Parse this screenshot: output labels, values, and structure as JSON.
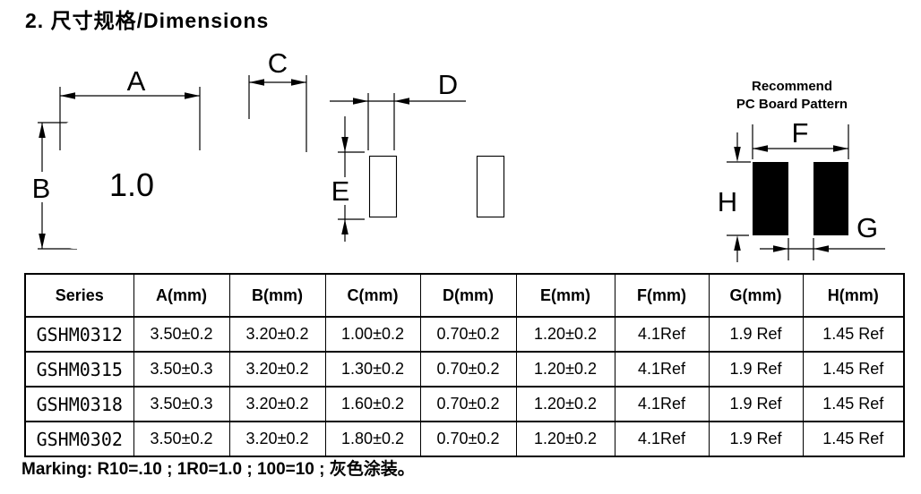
{
  "title": "2.  尺寸规格/Dimensions",
  "diagrams": {
    "top_view": {
      "dim_a": "A",
      "dim_b": "B",
      "part_marking": "1.0"
    },
    "side_view": {
      "dim_c": "C"
    },
    "bottom_view": {
      "dim_d": "D",
      "dim_e": "E"
    },
    "pcb_pattern": {
      "title_line1": "Recommend",
      "title_line2": "PC Board Pattern",
      "dim_f": "F",
      "dim_g": "G",
      "dim_h": "H",
      "pad_color": "#000000"
    }
  },
  "table": {
    "columns": [
      "Series",
      "A(mm)",
      "B(mm)",
      "C(mm)",
      "D(mm)",
      "E(mm)",
      "F(mm)",
      "G(mm)",
      "H(mm)"
    ],
    "rows": [
      [
        "GSHM0312",
        "3.50±0.2",
        "3.20±0.2",
        "1.00±0.2",
        "0.70±0.2",
        "1.20±0.2",
        "4.1Ref",
        "1.9 Ref",
        "1.45 Ref"
      ],
      [
        "GSHM0315",
        "3.50±0.3",
        "3.20±0.2",
        "1.30±0.2",
        "0.70±0.2",
        "1.20±0.2",
        "4.1Ref",
        "1.9 Ref",
        "1.45 Ref"
      ],
      [
        "GSHM0318",
        "3.50±0.3",
        "3.20±0.2",
        "1.60±0.2",
        "0.70±0.2",
        "1.20±0.2",
        "4.1Ref",
        "1.9 Ref",
        "1.45 Ref"
      ],
      [
        "GSHM0302",
        "3.50±0.2",
        "3.20±0.2",
        "1.80±0.2",
        "0.70±0.2",
        "1.20±0.2",
        "4.1Ref",
        "1.9 Ref",
        "1.45 Ref"
      ]
    ]
  },
  "marking_note": "Marking: R10=.10 ; 1R0=1.0 ; 100=10 ;  灰色涂装。"
}
